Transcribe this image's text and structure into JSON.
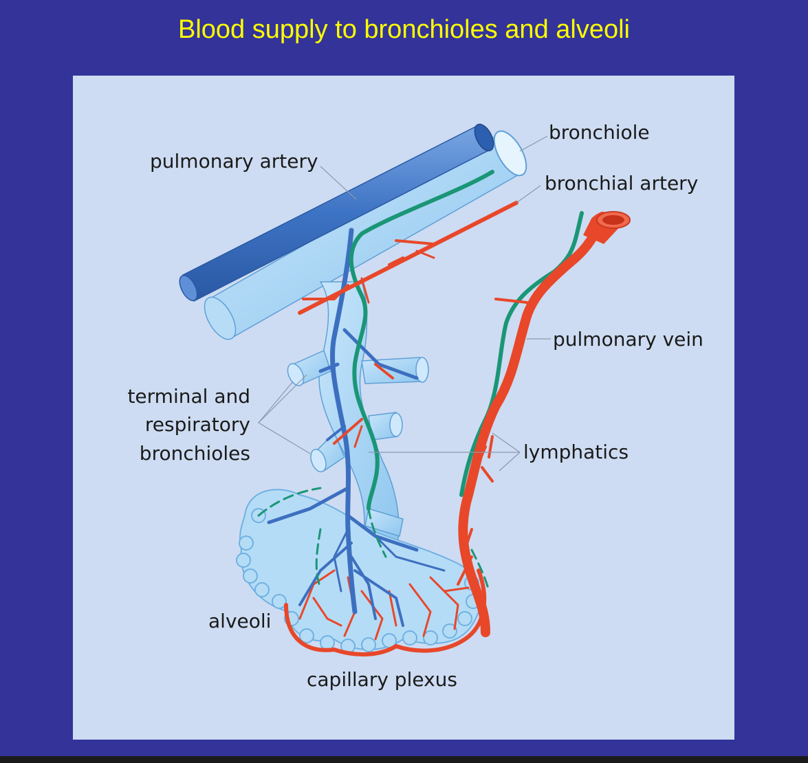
{
  "slide": {
    "title": "Blood supply to bronchioles and alveoli"
  },
  "labels": {
    "bronchiole": "bronchiole",
    "pulmonary_artery": "pulmonary artery",
    "bronchial_artery": "bronchial artery",
    "pulmonary_vein": "pulmonary vein",
    "terminal_line1": "terminal and",
    "terminal_line2": "respiratory",
    "terminal_line3": "bronchioles",
    "lymphatics": "lymphatics",
    "alveoli": "alveoli",
    "capillary_plexus": "capillary plexus"
  },
  "colors": {
    "background": "#333399",
    "title": "#ffff00",
    "panel": "#cddcf2",
    "airway": "#a9d3f2",
    "pulmonary_artery": "#3d73c4",
    "bronchial_artery_vein": "#e8472a",
    "lymphatic": "#1a9676"
  }
}
